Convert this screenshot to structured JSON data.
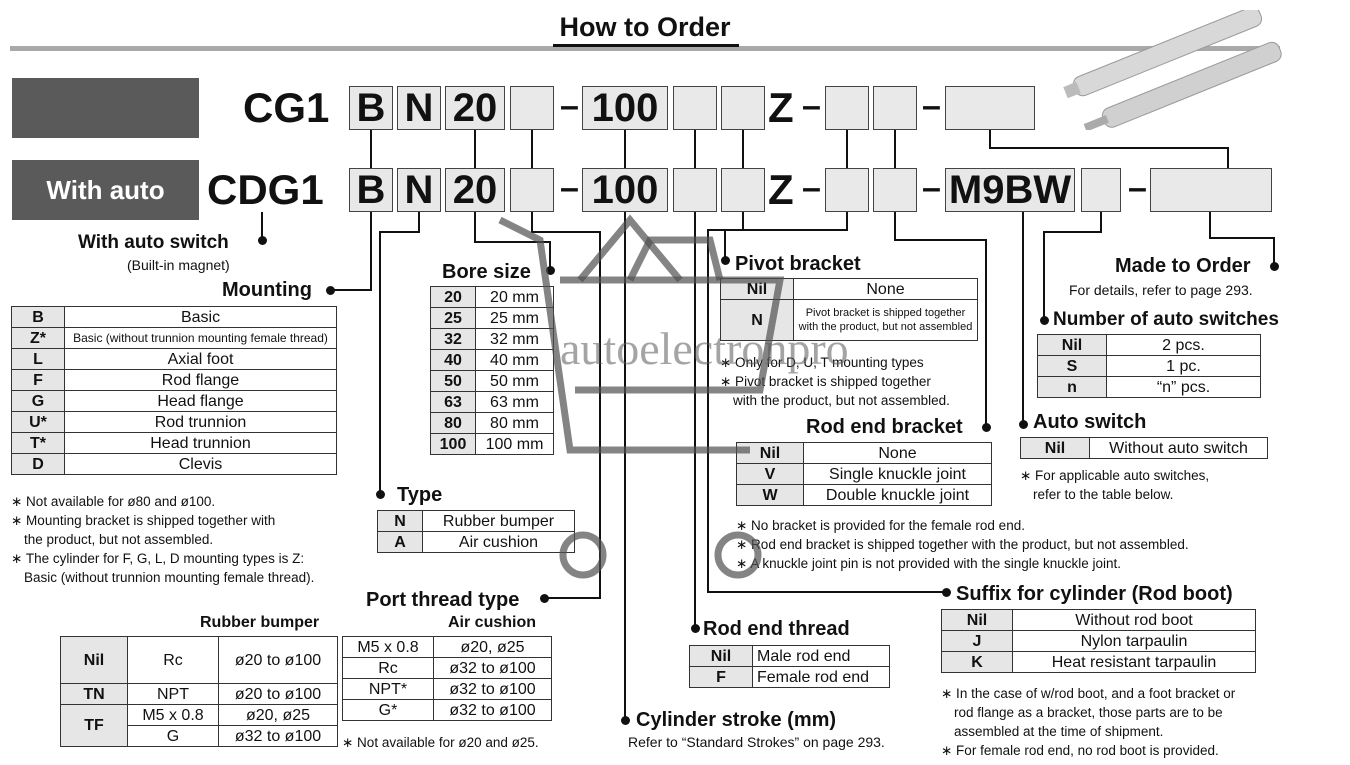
{
  "header": {
    "title": "How to Order"
  },
  "codes": {
    "line1": {
      "prefix": "CG1",
      "b": "B",
      "n": "N",
      "bore": "20",
      "stroke": "100",
      "z": "Z"
    },
    "line2": {
      "label": "With auto switch",
      "prefix": "CDG1",
      "b": "B",
      "n": "N",
      "bore": "20",
      "stroke": "100",
      "z": "Z",
      "switch": "M9BW"
    },
    "dash": "–"
  },
  "auto_switch_magnet": {
    "title": "With auto switch",
    "sub": "(Built-in magnet)"
  },
  "mounting": {
    "title": "Mounting",
    "rows": [
      {
        "k": "B",
        "v": "Basic"
      },
      {
        "k": "Z*",
        "v": "Basic (without trunnion mounting female thread)"
      },
      {
        "k": "L",
        "v": "Axial foot"
      },
      {
        "k": "F",
        "v": "Rod flange"
      },
      {
        "k": "G",
        "v": "Head flange"
      },
      {
        "k": "U*",
        "v": "Rod trunnion"
      },
      {
        "k": "T*",
        "v": "Head trunnion"
      },
      {
        "k": "D",
        "v": "Clevis"
      }
    ],
    "notes": [
      "∗ Not available for ø80 and ø100.",
      "∗ Mounting bracket is shipped together with",
      "the product, but not assembled.",
      "∗ The cylinder for F, G, L, D mounting types is Z:",
      "Basic (without trunnion mounting female thread)."
    ]
  },
  "bore": {
    "title": "Bore size",
    "rows": [
      {
        "k": "20",
        "v": "20 mm"
      },
      {
        "k": "25",
        "v": "25 mm"
      },
      {
        "k": "32",
        "v": "32 mm"
      },
      {
        "k": "40",
        "v": "40 mm"
      },
      {
        "k": "50",
        "v": "50 mm"
      },
      {
        "k": "63",
        "v": "63 mm"
      },
      {
        "k": "80",
        "v": "80 mm"
      },
      {
        "k": "100",
        "v": "100 mm"
      }
    ]
  },
  "type": {
    "title": "Type",
    "rows": [
      {
        "k": "N",
        "v": "Rubber bumper"
      },
      {
        "k": "A",
        "v": "Air cushion"
      }
    ]
  },
  "port": {
    "title": "Port thread type",
    "rubber_title": "Rubber bumper",
    "air_title": "Air cushion",
    "rows": [
      {
        "k": "Nil",
        "thread": "Rc",
        "rubber": "ø20 to ø100"
      },
      {
        "k": "TN",
        "thread": "NPT",
        "rubber": "ø20 to ø100"
      },
      {
        "k": "TF",
        "thread": "M5 x 0.8",
        "rubber": "ø20, ø25",
        "thread2": "G",
        "rubber2": "ø32 to ø100"
      }
    ],
    "air_rows": [
      {
        "thread": "M5 x 0.8",
        "range": "ø20, ø25"
      },
      {
        "thread": "Rc",
        "range": "ø32 to ø100"
      },
      {
        "thread": "NPT*",
        "range": "ø32 to ø100"
      },
      {
        "thread": "G*",
        "range": "ø32 to ø100"
      }
    ],
    "note": "∗ Not available for ø20 and ø25."
  },
  "stroke": {
    "title": "Cylinder stroke (mm)",
    "sub": "Refer to “Standard Strokes” on page 293."
  },
  "pivot": {
    "title": "Pivot bracket",
    "rows": [
      {
        "k": "Nil",
        "v": "None"
      },
      {
        "k": "N",
        "v": "Pivot bracket is shipped together with the product, but not assembled"
      }
    ],
    "notes": [
      "∗ Only for D, U, T mounting types",
      "∗ Pivot bracket is shipped together",
      "with the product, but not assembled."
    ]
  },
  "rod_end_bracket": {
    "title": "Rod end bracket",
    "rows": [
      {
        "k": "Nil",
        "v": "None"
      },
      {
        "k": "V",
        "v": "Single knuckle joint"
      },
      {
        "k": "W",
        "v": "Double knuckle joint"
      }
    ],
    "notes": [
      "∗ No bracket is provided for the female rod end.",
      "∗ Rod end bracket is shipped together with the product, but not assembled.",
      "∗ A knuckle joint pin is not provided with the single knuckle joint."
    ]
  },
  "rod_end_thread": {
    "title": "Rod end thread",
    "rows": [
      {
        "k": "Nil",
        "v": "Male rod end"
      },
      {
        "k": "F",
        "v": "Female rod end"
      }
    ]
  },
  "suffix": {
    "title": "Suffix for cylinder (Rod boot)",
    "rows": [
      {
        "k": "Nil",
        "v": "Without rod boot"
      },
      {
        "k": "J",
        "v": "Nylon tarpaulin"
      },
      {
        "k": "K",
        "v": "Heat resistant tarpaulin"
      }
    ],
    "notes": [
      "∗ In the case of w/rod boot, and a foot bracket or",
      "rod flange as a bracket, those parts are to be",
      "assembled at the time of shipment.",
      "∗ For female rod end, no rod boot is provided."
    ]
  },
  "made_to_order": {
    "title": "Made to Order",
    "sub": "For details, refer to page 293."
  },
  "num_switches": {
    "title": "Number of auto switches",
    "rows": [
      {
        "k": "Nil",
        "v": "2 pcs."
      },
      {
        "k": "S",
        "v": "1 pc."
      },
      {
        "k": "n",
        "v": "“n” pcs."
      }
    ]
  },
  "auto_switch": {
    "title": "Auto switch",
    "rows": [
      {
        "k": "Nil",
        "v": "Without auto switch"
      }
    ],
    "notes": [
      "∗ For applicable auto switches,",
      "refer to the table below."
    ]
  },
  "watermark": {
    "text": "autoelectronpro"
  }
}
